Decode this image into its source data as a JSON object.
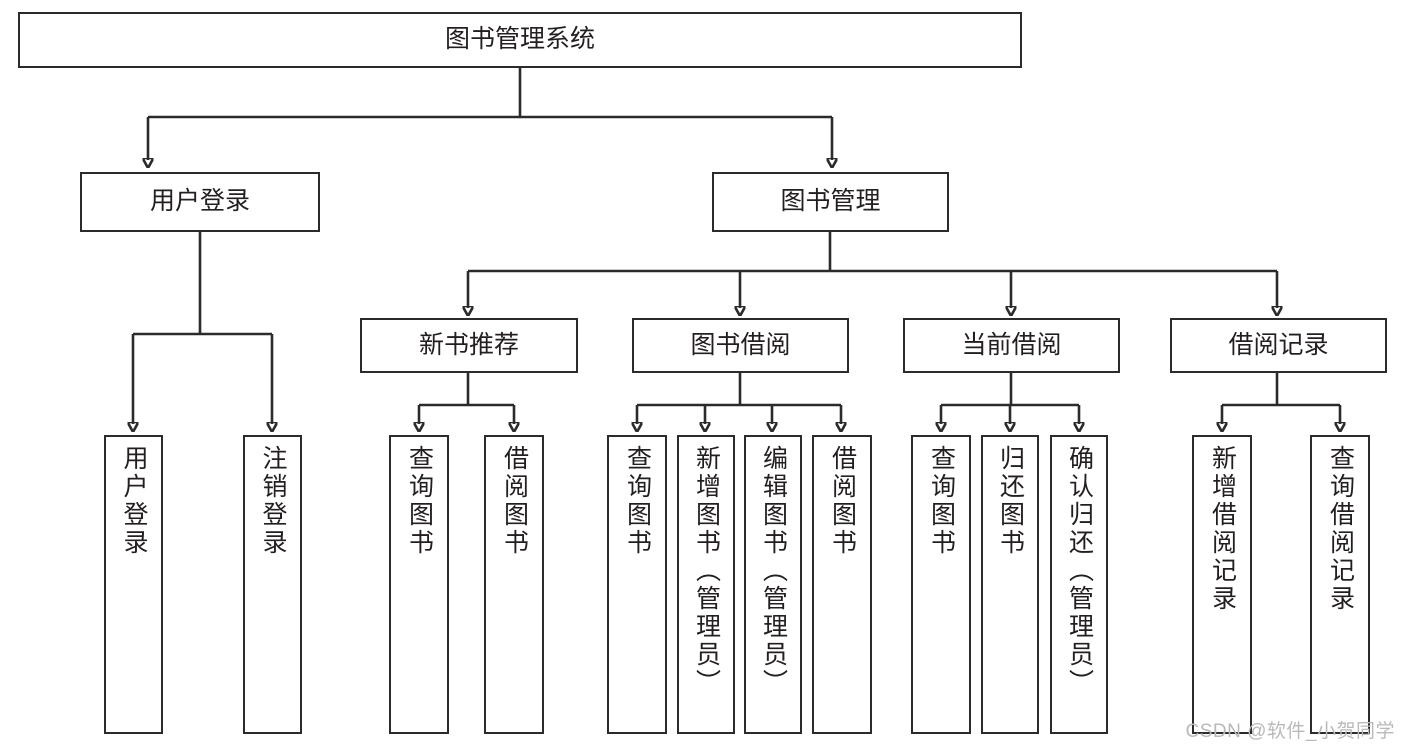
{
  "diagram": {
    "title": "图书管理系统",
    "watermark": "CSDN @软件_小贺同学",
    "stroke_color": "#2b2b2b",
    "text_color": "#231f20",
    "background": "#ffffff",
    "watermark_color": "#b9b9b9",
    "root": {
      "label": "图书管理系统"
    },
    "level1": [
      {
        "label": "用户登录"
      },
      {
        "label": "图书管理"
      }
    ],
    "level2": [
      {
        "label": "新书推荐"
      },
      {
        "label": "图书借阅"
      },
      {
        "label": "当前借阅"
      },
      {
        "label": "借阅记录"
      }
    ],
    "leaves": {
      "user_login": [
        {
          "label": "用户登录"
        },
        {
          "label": "注销登录"
        }
      ],
      "new_book": [
        {
          "label": "查询图书"
        },
        {
          "label": "借阅图书"
        }
      ],
      "book_borrow": [
        {
          "label": "查询图书"
        },
        {
          "label": "新增图书（管理员）"
        },
        {
          "label": "编辑图书（管理员）"
        },
        {
          "label": "借阅图书"
        }
      ],
      "current_borrow": [
        {
          "label": "查询图书"
        },
        {
          "label": "归还图书"
        },
        {
          "label": "确认归还（管理员）"
        }
      ],
      "borrow_record": [
        {
          "label": "新增借阅记录"
        },
        {
          "label": "查询借阅记录"
        }
      ]
    }
  }
}
